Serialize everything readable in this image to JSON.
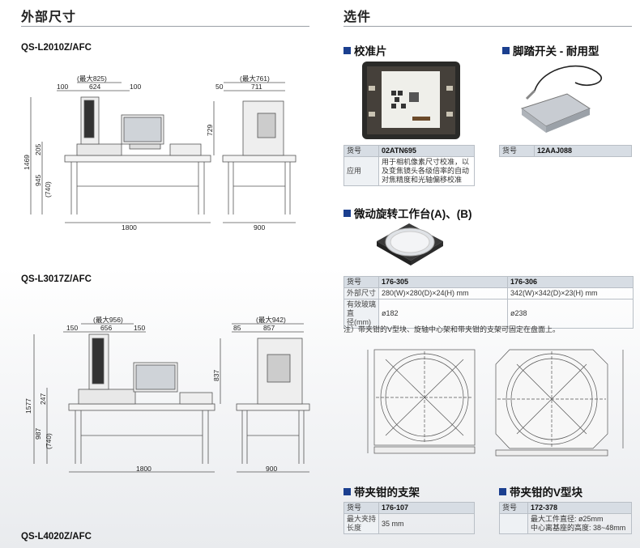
{
  "sections": {
    "left_title": "外部尺寸",
    "right_title": "选件"
  },
  "models": [
    "QS-L2010Z/AFC",
    "QS-L3017Z/AFC",
    "QS-L4020Z/AFC"
  ],
  "dims1": {
    "max_w": "(最大825)",
    "a": "100",
    "b": "624",
    "c": "100",
    "max_d": "(最大761)",
    "d": "50",
    "e": "711",
    "h_top": "729",
    "total_h": "1469",
    "h205": "205",
    "h945": "945",
    "h740": "(740)",
    "w_table": "1800",
    "d_table": "900"
  },
  "dims2": {
    "max_w": "(最大956)",
    "a": "150",
    "b": "656",
    "c": "150",
    "max_d": "(最大942)",
    "d": "85",
    "e": "857",
    "h_top": "837",
    "total_h": "1577",
    "h247": "247",
    "h987": "987",
    "h740": "(740)",
    "w_table": "1800",
    "d_table": "900"
  },
  "opt_calib": {
    "title": "校准片",
    "k1": "货号",
    "v1": "02ATN695",
    "k2": "应用",
    "v2a": "用于相机像素尺寸校准，以",
    "v2b": "及变焦镜头各级倍率的自动",
    "v2c": "对焦精度和光轴偏移校准"
  },
  "opt_foot": {
    "title": "脚踏开关 - 耐用型",
    "k1": "货号",
    "v1": "12AAJ088"
  },
  "opt_rot": {
    "title": "微动旋转工作台(A)、(B)",
    "k1": "货号",
    "v1a": "176-305",
    "v1b": "176-306",
    "k2": "外部尺寸",
    "v2a": "280(W)×280(D)×24(H) mm",
    "v2b": "342(W)×342(D)×23(H) mm",
    "k3a": "有效玻璃直",
    "k3b": "径(mm)",
    "v3a": "ø182",
    "v3b": "ø238",
    "note": "注）带夹钳的V型块、旋轴中心架和带夹钳的支架可固定在盘面上。"
  },
  "opt_stand": {
    "title": "带夹钳的支架",
    "k1": "货号",
    "v1": "176-107",
    "k2a": "最大夹持",
    "k2b": "长度",
    "v2": "35 mm"
  },
  "opt_vblock": {
    "title": "带夹钳的V型块",
    "k1": "货号",
    "v1": "172-378",
    "v2a": "最大工件直径: ø25mm",
    "v2b": "中心离基座的高度: 38~48mm"
  }
}
